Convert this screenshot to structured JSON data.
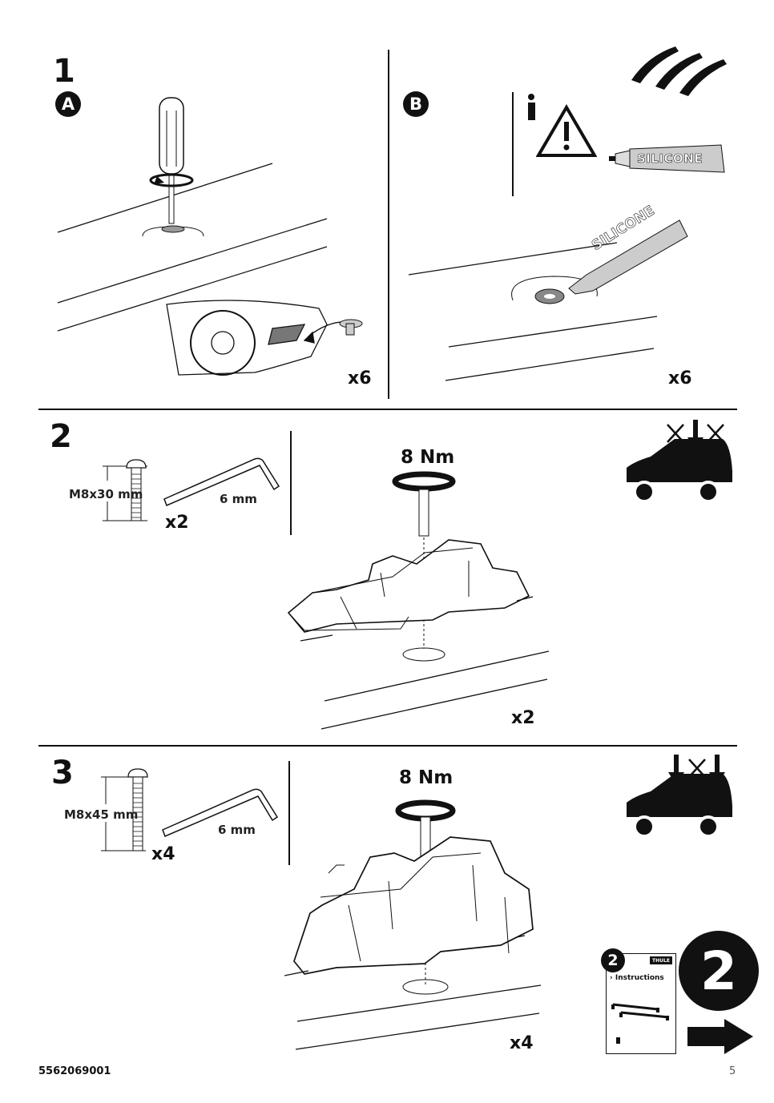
{
  "step1": {
    "number": "1",
    "subA": {
      "badge": "A",
      "quantity": "x6"
    },
    "subB": {
      "badge": "B",
      "quantity": "x6",
      "tube_label_1": "SILICONE",
      "tube_label_2": "SILICONE"
    }
  },
  "step2": {
    "number": "2",
    "bolt_label": "M8x30 mm",
    "bolt_qty": "x2",
    "wrench_label": "6 mm",
    "torque": "8 Nm",
    "quantity": "x2"
  },
  "step3": {
    "number": "3",
    "bolt_label": "M8x45 mm",
    "bolt_qty": "x4",
    "wrench_label": "6 mm",
    "torque": "8 Nm",
    "quantity": "x4"
  },
  "next_ref": {
    "badge": "2",
    "booklet_title": "› Instructions",
    "brand": "THULE",
    "big_number": "2"
  },
  "footer": {
    "doc_number": "5562069001",
    "page": "5"
  },
  "icons": [
    "screwdriver-icon",
    "torque-rotation-icon",
    "info-icon",
    "warning-icon",
    "silicone-tube-icon",
    "roof-bars-icon",
    "car-icon",
    "arrow-right-icon"
  ]
}
